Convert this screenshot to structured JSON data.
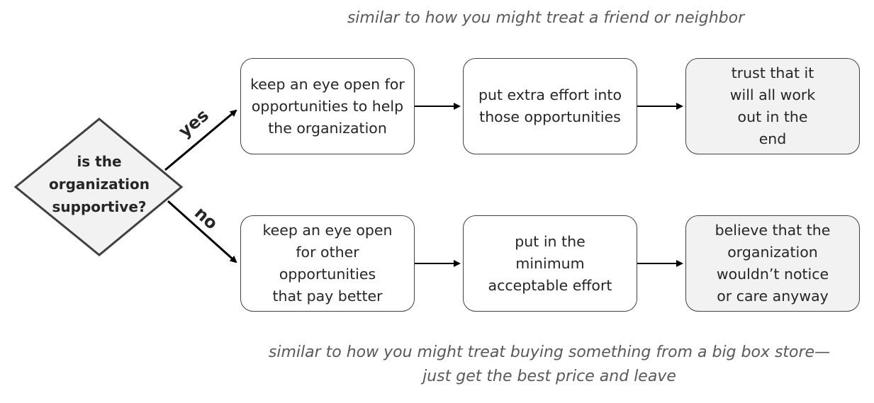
{
  "captions": {
    "top": "similar to how you might treat a friend or neighbor",
    "bottom_line1": "similar to how you might treat buying something from a big box store—",
    "bottom_line2": "just get the best price and leave"
  },
  "decision": {
    "line1": "is the",
    "line2": "organization",
    "line3": "supportive?"
  },
  "branches": {
    "yes": "yes",
    "no": "no"
  },
  "yes_path": {
    "step1": "keep an eye open for opportunities to help the organization",
    "step2": "put extra effort into those opportunities",
    "step3": "trust that it will all work out in the end"
  },
  "no_path": {
    "step1": "keep an eye open for other opportunities that pay better",
    "step2": "put in the minimum acceptable effort",
    "step3": "believe that the organization wouldn’t notice or care anyway"
  },
  "colors": {
    "outline": "#404040",
    "diamond_fill": "#f2f2f2",
    "outcome_fill": "#f2f2f2",
    "caption_text": "#595959"
  }
}
